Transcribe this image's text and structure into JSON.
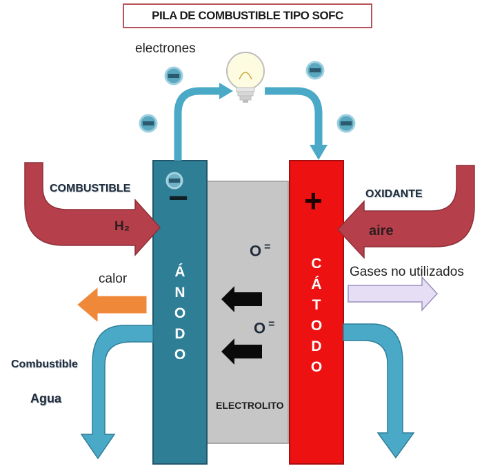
{
  "title": "PILA DE COMBUSTIBLE TIPO SOFC",
  "labels": {
    "electrones": "electrones",
    "combustible_in": "COMBUSTIBLE",
    "h2": "H₂",
    "oxidante": "OXIDANTE",
    "aire": "aire",
    "calor": "calor",
    "gases": "Gases no utilizados",
    "combustible_out": "Combustible",
    "agua": "Agua",
    "electrolito": "ELECTROLITO",
    "ion1": "O",
    "ion1_charge": "=",
    "ion2": "O",
    "ion2_charge": "=",
    "anode_sign": "−",
    "cathode_sign": "+",
    "anode_text": [
      "Á",
      "N",
      "O",
      "D",
      "O"
    ],
    "cathode_text": [
      "C",
      "Á",
      "T",
      "O",
      "D",
      "O"
    ]
  },
  "colors": {
    "anode": "#2e7e96",
    "cathode": "#ee1111",
    "electrolyte": "#c4c4c4",
    "wire": "#4aa9c7",
    "inlet_arrow": "#b5404b",
    "heat_arrow": "#f0883a",
    "gas_arrow": "#e3dcf3"
  }
}
